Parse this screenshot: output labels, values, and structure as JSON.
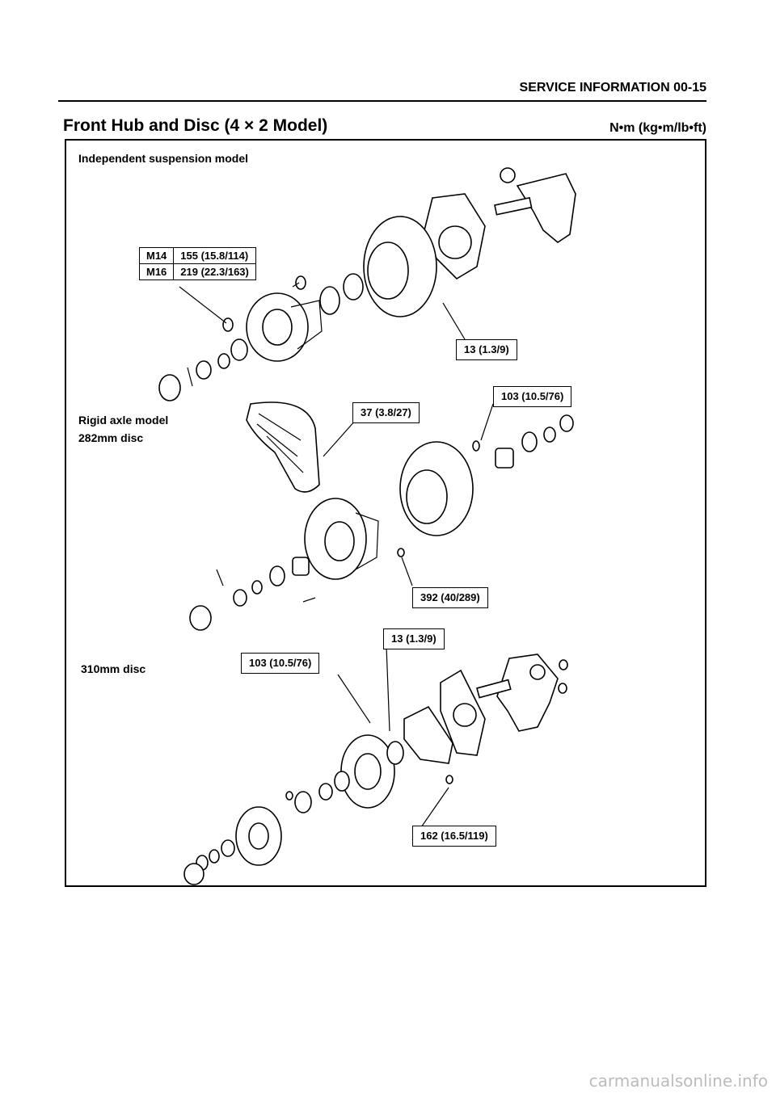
{
  "header": {
    "section": "SERVICE INFORMATION 00-15",
    "title": "Front Hub and Disc (4 × 2 Model)",
    "units": "N•m (kg•m/lb•ft)"
  },
  "labels": {
    "independent": "Independent suspension model",
    "rigid_line1": "Rigid axle model",
    "rigid_line2": "282mm disc",
    "disc310": "310mm disc"
  },
  "torque_table": [
    {
      "bolt": "M14",
      "value": "155 (15.8/114)"
    },
    {
      "bolt": "M16",
      "value": "219 (22.3/163)"
    }
  ],
  "torques": {
    "t1": "13 (1.3/9)",
    "t2": "103 (10.5/76)",
    "t3": "37 (3.8/27)",
    "t4": "392 (40/289)",
    "t5": "13 (1.3/9)",
    "t6": "103 (10.5/76)",
    "t7": "162 (16.5/119)"
  },
  "footer": "carmanualsonline.info"
}
